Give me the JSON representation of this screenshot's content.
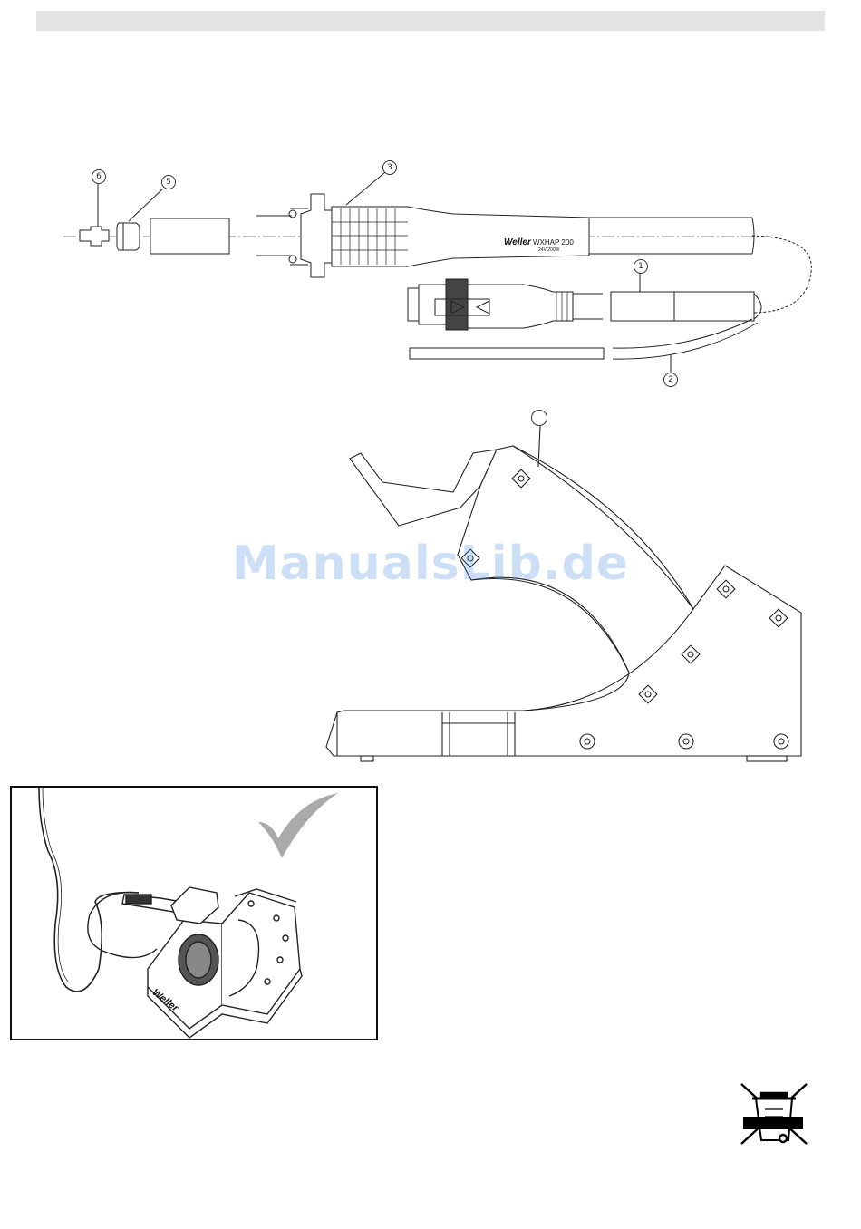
{
  "watermark": "ManualsLib.de",
  "exploded_view": {
    "callouts": [
      "1",
      "2",
      "3",
      "5",
      "6"
    ],
    "brand_label": "Weller",
    "model_label": "WXHAP 200",
    "rating_label": "24V/200W"
  },
  "holder_view": {
    "callout": ""
  },
  "photo": {
    "brand_label": "Weller"
  },
  "icons": {
    "checkmark": "checkmark-icon",
    "weee": "crossed-out-wheelie-bin-icon"
  }
}
